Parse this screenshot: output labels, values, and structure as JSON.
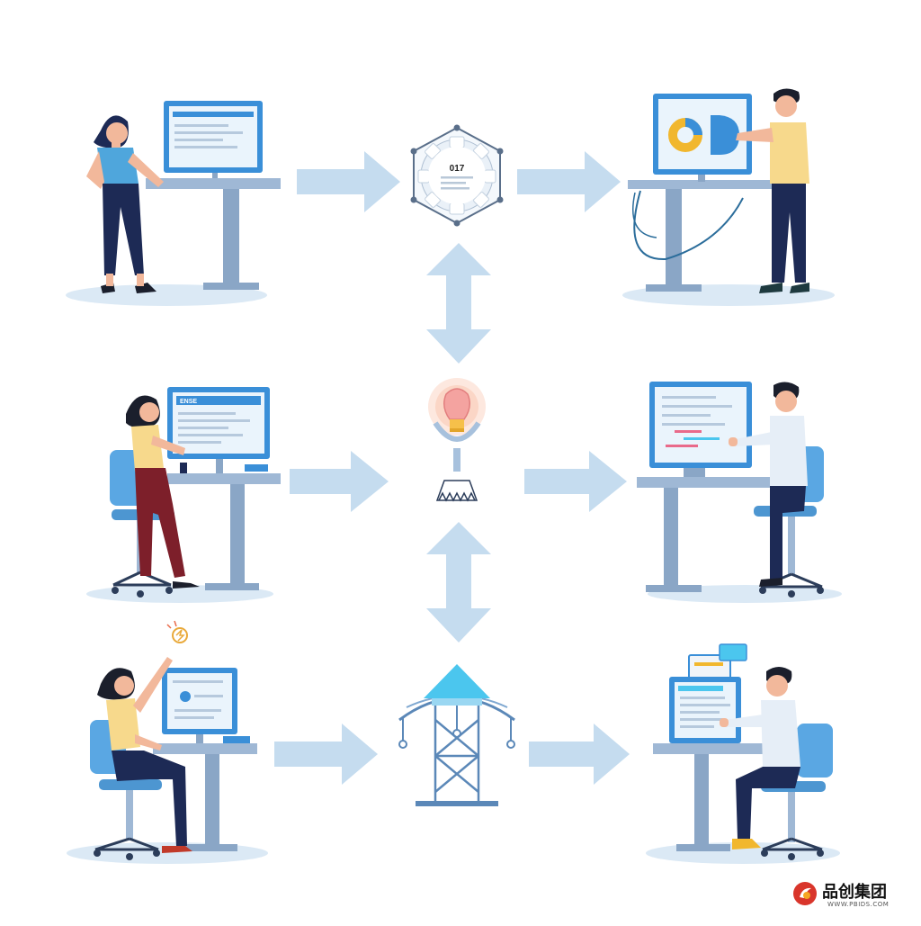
{
  "colors": {
    "arrow": "#c5dcef",
    "desk": "#9fb8d5",
    "monitor_frame": "#3a8fd8",
    "screen": "#eaf4fc",
    "chair": "#5aa7e3",
    "floor_shadow": "#dbe9f5",
    "navy": "#1d2a55",
    "hub_accent": "#4bc6ee"
  },
  "hub": {
    "gear_label": "017"
  },
  "panels": {
    "middle_left_screen_label": "ENSE"
  },
  "icons": [
    "gear-hexagon-icon",
    "lightbulb-icon",
    "tower-crane-icon",
    "donut-chart-icon",
    "brand-logo-icon"
  ],
  "watermark": {
    "title": "品创集团",
    "url": "WWW.PBIDS.COM"
  }
}
